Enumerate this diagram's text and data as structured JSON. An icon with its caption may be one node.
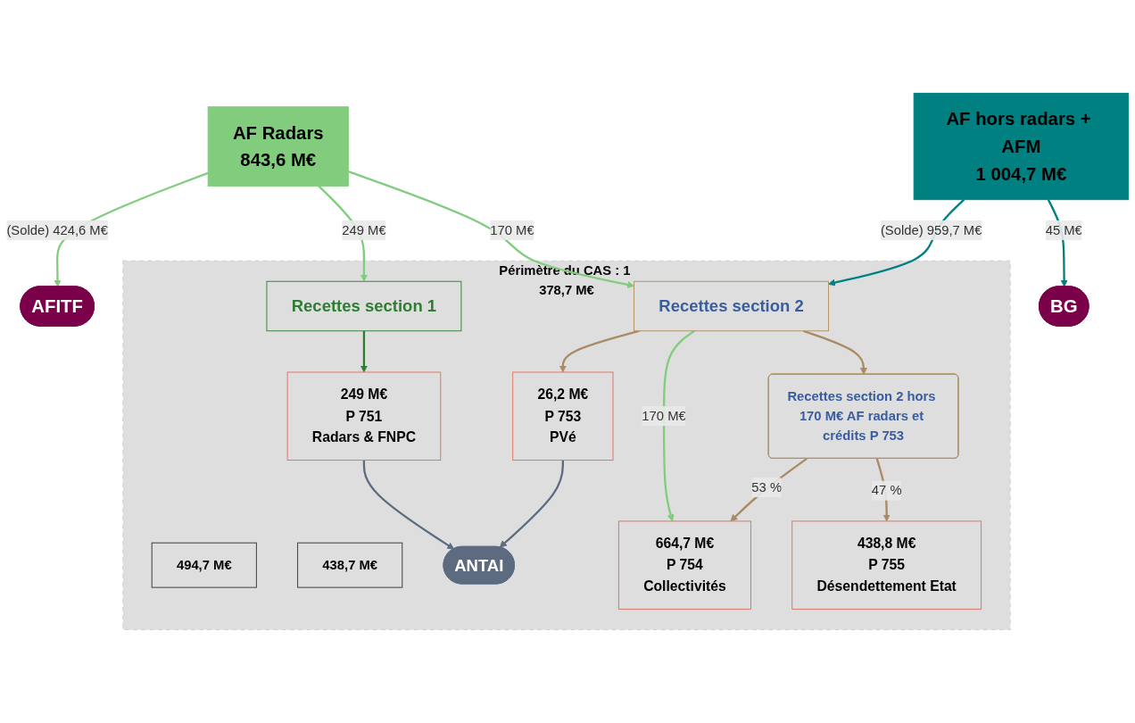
{
  "diagram": {
    "nodes": [
      {
        "text": [
          "AF Radars",
          "843,6 M€"
        ]
      },
      {
        "text": [
          "AF hors radars + AFM",
          "1 004,7 M€"
        ]
      },
      {
        "text": [
          "AFITF"
        ]
      },
      {
        "text": [
          "BG"
        ]
      },
      {
        "text": [
          "Périmètre du CAS : 1 378,7 M€"
        ]
      },
      {
        "text": [
          "Recettes section 1"
        ],
        "in": 4
      },
      {
        "text": [
          "Recettes section 2"
        ],
        "in": 4
      },
      {
        "text": [
          "Recettes section 2 hors 170 M€ AF radars et crédits P 753"
        ],
        "in": 4
      },
      {
        "text": [
          "494,7 M€"
        ],
        "in": 4
      },
      {
        "text": [
          "438,7 M€"
        ],
        "in": 4
      },
      {
        "text": [
          "249 M€",
          "P 751",
          "Radars & FNPC"
        ],
        "in": 4
      },
      {
        "text": [
          "26,2 M€",
          "P 753",
          "PVé"
        ],
        "in": 4
      },
      {
        "text": [
          "664,7 M€",
          "P 754",
          "Collectivités"
        ],
        "in": 4
      },
      {
        "text": [
          "438,8 M€",
          "P 755",
          "Désendettement Etat"
        ],
        "in": 4
      },
      {
        "text": [
          "ANTAI"
        ],
        "in": 4
      }
    ],
    "edges": [
      {
        "from": 0,
        "to": 2,
        "arrow": "to",
        "label": "(Solde) 424,6 M€",
        "color": "#82cc7e"
      },
      {
        "from": 0,
        "to": 5,
        "arrow": "to",
        "label": "249 M€",
        "color": "#82cc7e"
      },
      {
        "from": 0,
        "to": 6,
        "arrow": "to",
        "label": "170 M€",
        "color": "#82cc7e"
      },
      {
        "from": 1,
        "to": 6,
        "arrow": "to",
        "label": "(Solde) 959,7 M€",
        "color": "#008080"
      },
      {
        "from": 1,
        "to": 3,
        "arrow": "to",
        "label": "45 M€",
        "color": "#008080"
      },
      {
        "from": 5,
        "to": 10,
        "arrow": "to",
        "color": "#2e7d32"
      },
      {
        "from": 6,
        "to": 11,
        "arrow": "to",
        "color": "#a88b64"
      },
      {
        "from": 6,
        "to": 12,
        "arrow": "to",
        "label": "170 M€",
        "color": "#82cc7e"
      },
      {
        "from": 6,
        "to": 7,
        "arrow": "to",
        "color": "#a88b64"
      },
      {
        "from": 7,
        "to": 12,
        "arrow": "to",
        "label": "53 %",
        "color": "#a88b64"
      },
      {
        "from": 7,
        "to": 13,
        "arrow": "to",
        "label": "47 %",
        "color": "#a88b64"
      },
      {
        "from": 10,
        "to": 14,
        "arrow": "to",
        "color": "#5c6b80"
      },
      {
        "from": 11,
        "to": 14,
        "arrow": "to",
        "color": "#5c6b80"
      }
    ]
  }
}
